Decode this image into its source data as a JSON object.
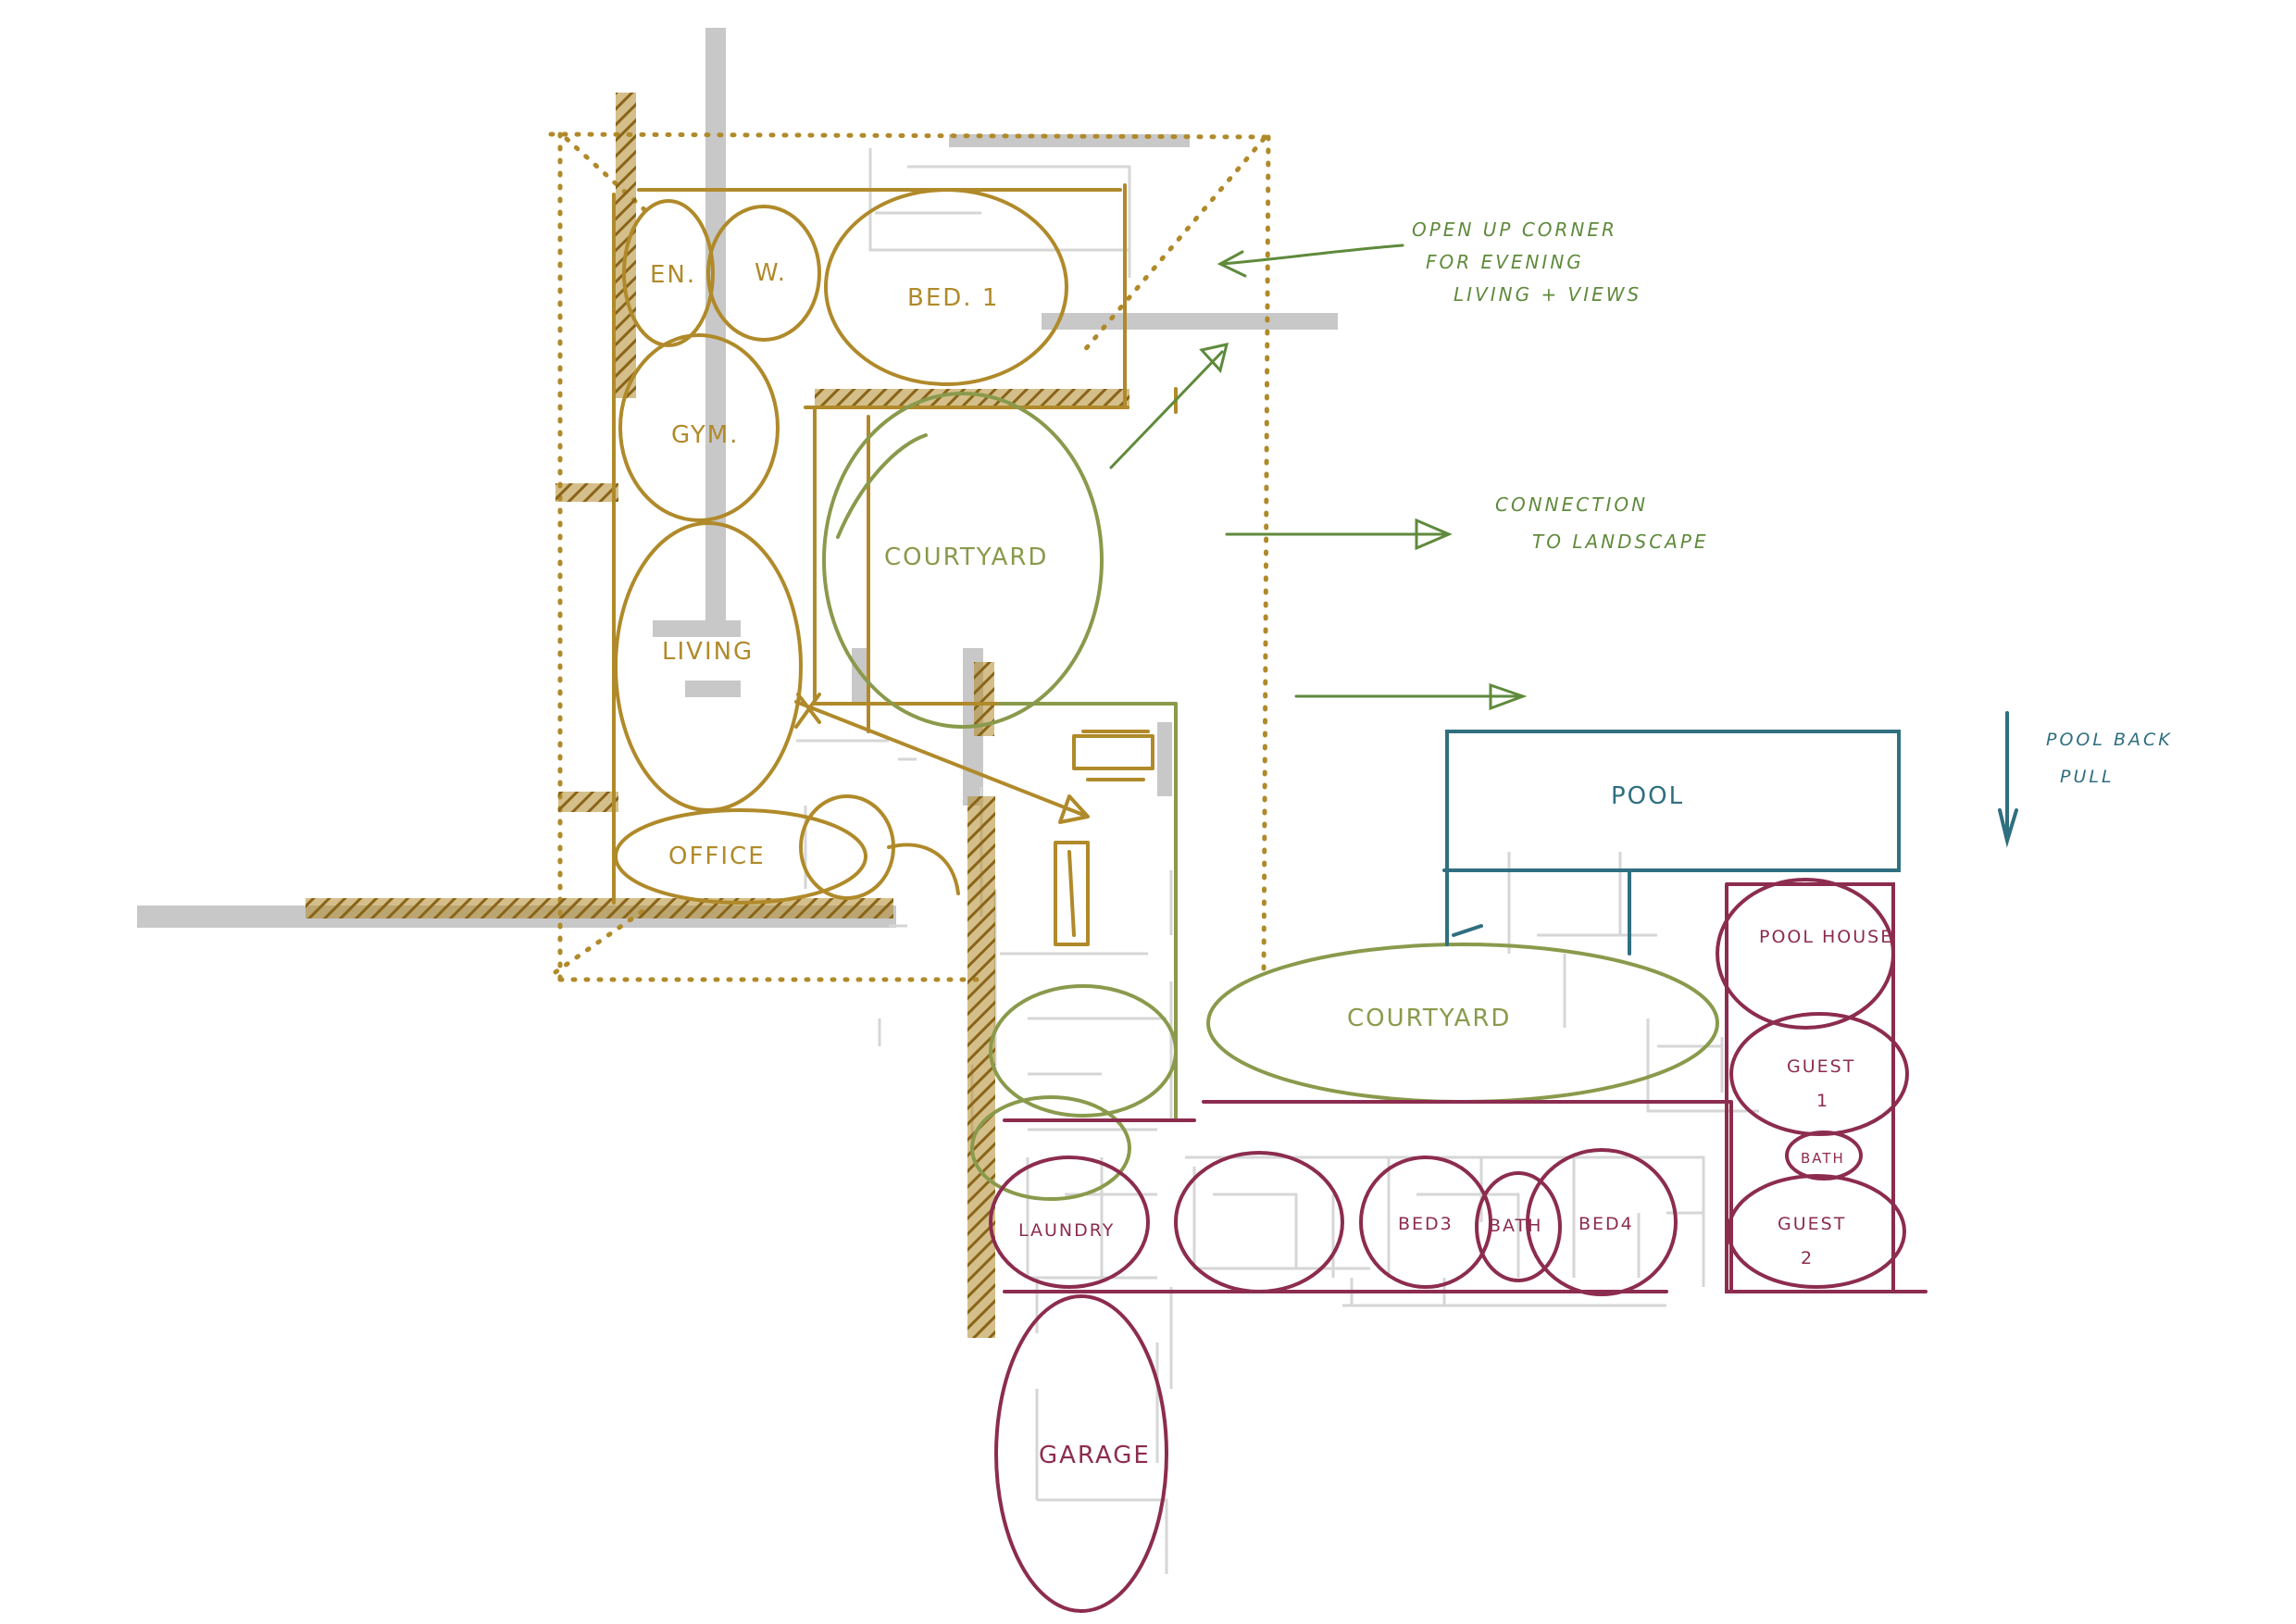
{
  "colors": {
    "ochre": "#b08a2a",
    "olive": "#8a9a4c",
    "green": "#5f8a3c",
    "teal": "#2f6f80",
    "maroon": "#8c2c4f",
    "underlay": "#c8c8c8",
    "faint": "#d6d6d6"
  },
  "rooms": {
    "ensuite": "EN.",
    "wardrobe": "W.",
    "bed1": "BED. 1",
    "gym": "GYM.",
    "courtyard_north": "COURTYARD",
    "living": "LIVING",
    "office": "OFFICE",
    "pool": "POOL",
    "courtyard_south": "COURTYARD",
    "pool_house": "POOL HOUSE",
    "guest1_a": "GUEST",
    "guest1_b": "1",
    "bath_small": "BATH",
    "guest2_a": "GUEST",
    "guest2_b": "2",
    "laundry": "LAUNDRY",
    "bed3": "BED3",
    "bath": "BATH",
    "bed4": "BED4",
    "garage": "GARAGE"
  },
  "notes": {
    "corner_1": "OPEN UP CORNER",
    "corner_2": "FOR EVENING",
    "corner_3": "LIVING + VIEWS",
    "landscape_1": "CONNECTION",
    "landscape_2": "TO LANDSCAPE",
    "pool_1": "POOL BACK",
    "pool_2": "PULL"
  }
}
